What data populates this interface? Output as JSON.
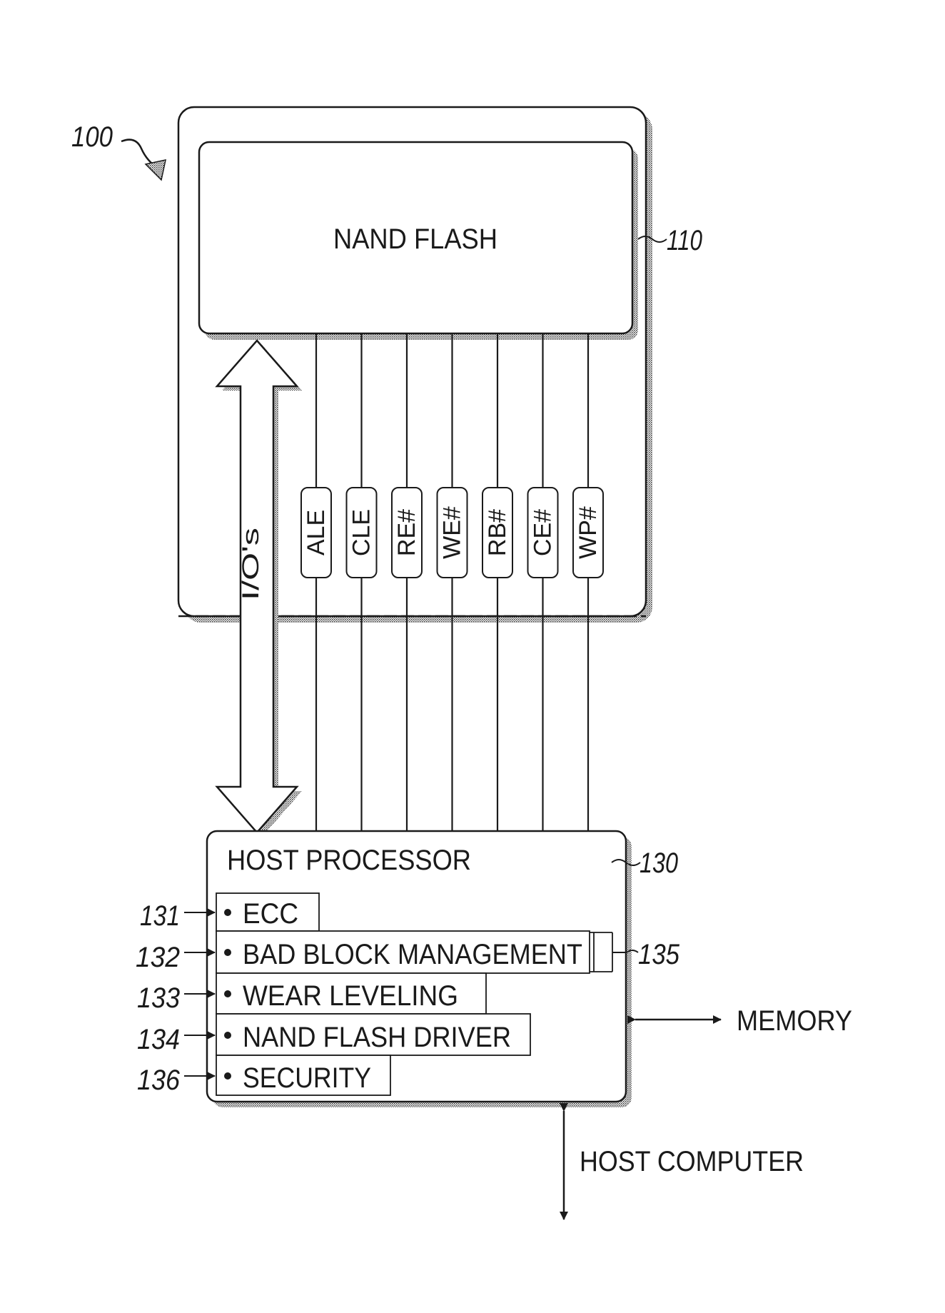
{
  "figure": {
    "ref_system": "100"
  },
  "nand_flash": {
    "label": "NAND FLASH",
    "ref": "110"
  },
  "bus": {
    "label": "I/O's"
  },
  "signals": [
    "ALE",
    "CLE",
    "RE#",
    "WE#",
    "RB#",
    "CE#",
    "WP#"
  ],
  "host_processor": {
    "title": "HOST PROCESSOR",
    "ref": "130",
    "functions": [
      {
        "ref": "131",
        "label": "ECC"
      },
      {
        "ref": "132",
        "label": "BAD BLOCK MANAGEMENT"
      },
      {
        "ref": "133",
        "label": "WEAR LEVELING"
      },
      {
        "ref": "134",
        "label": "NAND FLASH DRIVER"
      },
      {
        "ref": "136",
        "label": "SECURITY"
      }
    ],
    "bbm_ref": "135"
  },
  "external": {
    "memory": "MEMORY",
    "host_computer": "HOST COMPUTER"
  }
}
